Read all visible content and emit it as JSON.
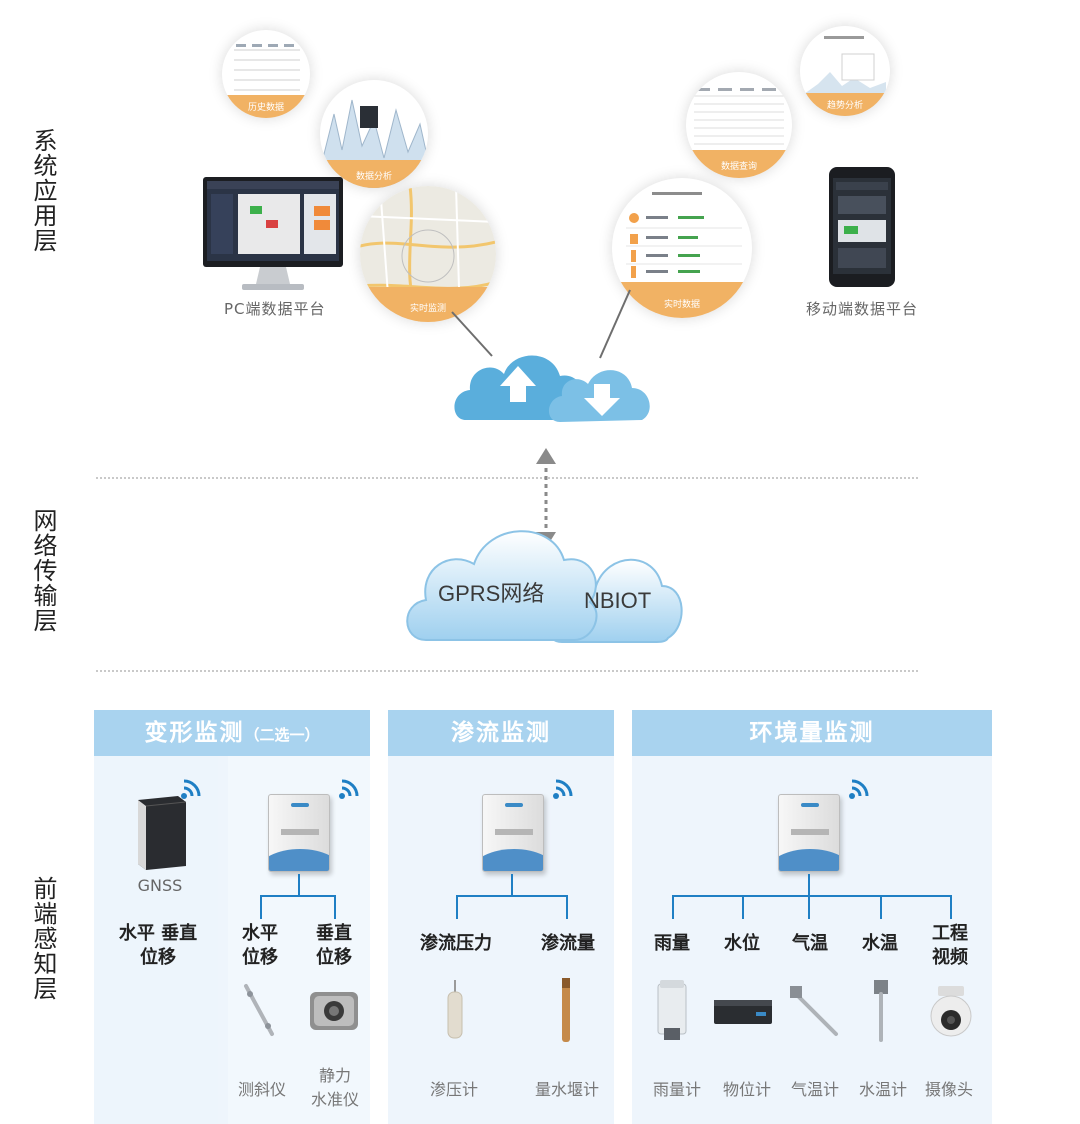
{
  "layers": {
    "application": "系统应用层",
    "network": "网络传输层",
    "perception": "前端感知层"
  },
  "platforms": {
    "pc": "PC端数据平台",
    "mobile": "移动端数据平台"
  },
  "bubbles": {
    "history": "历史数据",
    "analysis_left": "数据分析",
    "map": "实时监测",
    "query": "数据查询",
    "analysis_right": "趋势分析",
    "realtime": "实时数据"
  },
  "network": {
    "cloud1": "GPRS网络",
    "cloud2": "NBIOT"
  },
  "sections": {
    "deformation": {
      "title": "变形监测",
      "subtitle": "（二选一）",
      "option1": {
        "device": "GNSS",
        "item": "水平 垂直\n位移"
      },
      "option2": {
        "items": [
          "水平\n位移",
          "垂直\n位移"
        ],
        "sensors": [
          "测斜仪",
          "静力\n水准仪"
        ]
      }
    },
    "seepage": {
      "title": "渗流监测",
      "items": [
        "渗流压力",
        "渗流量"
      ],
      "sensors": [
        "渗压计",
        "量水堰计"
      ]
    },
    "environment": {
      "title": "环境量监测",
      "items": [
        "雨量",
        "水位",
        "气温",
        "水温",
        "工程\n视频"
      ],
      "sensors": [
        "雨量计",
        "物位计",
        "气温计",
        "水温计",
        "摄像头"
      ]
    }
  },
  "colors": {
    "header": "#a9d3ef",
    "panel": "#eef5fc",
    "tree": "#1f7fc4",
    "accent_orange": "#f1b264",
    "cloud": "#8ec7ea"
  }
}
